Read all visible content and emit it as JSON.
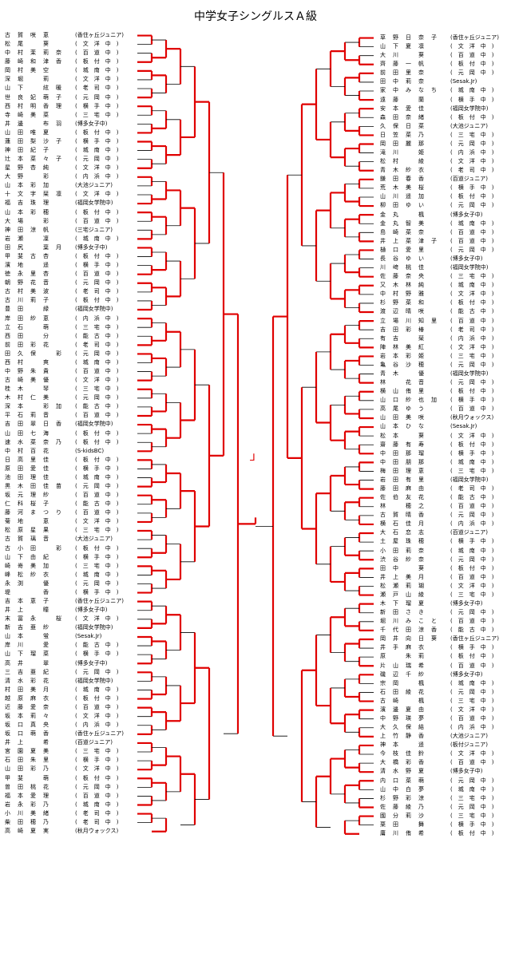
{
  "title": "中学女子シングルスＡ級",
  "colors": {
    "winner_line": "#e00000",
    "line": "#000000"
  },
  "champion_mark": "⅃",
  "left": [
    [
      "古　賀　咲　恵",
      "(香住ヶ丘ジュニア)"
    ],
    [
      "松　尾　　　葵",
      "(　文　洋　中　)"
    ],
    [
      "中　村　茉　莉　奈",
      "(　百　道　中　)"
    ],
    [
      "藤　崎　和　津　香",
      "(　板　付　中　)"
    ],
    [
      "岡　村　美　空",
      "(　城　南　中　)"
    ],
    [
      "深　堀　　　莉",
      "(　文　洋　中　)"
    ],
    [
      "山　下　　　絃　暖",
      "(　老　司　中　)"
    ],
    [
      "世　良　妃　萌　子",
      "(　元　岡　中　)"
    ],
    [
      "西　村　明　香　理",
      "(　横　手　中　)"
    ],
    [
      "寺　崎　美　菜",
      "(　三　宅　中　)"
    ],
    [
      "井　邊　　　布　羽",
      "(博多女子中)"
    ],
    [
      "山　田　唯　夏",
      "(　板　付　中　)"
    ],
    [
      "蓮　田　梨　沙　子",
      "(　横　手　中　)"
    ],
    [
      "神　田　紀　子",
      "(　城　南　中　)"
    ],
    [
      "辻　本　菜　々　子",
      "(　元　岡　中　)"
    ],
    [
      "星　野　杏　純",
      "(　文　洋　中　)"
    ],
    [
      "大　野　　　彩",
      "(　内　浜　中　)"
    ],
    [
      "山　本　彩　加",
      "(大池ジュニア)"
    ],
    [
      "十　文　字　栞　凛",
      "(　文　洋　中　)"
    ],
    [
      "福　吉　珠　理",
      "(福岡女学院中)"
    ],
    [
      "山　本　彩　穂",
      "(　板　付　中　)"
    ],
    [
      "大　場　　　彩",
      "(　百　道　中　)"
    ],
    [
      "神　田　涼　帆",
      "(三宅ジュニア)"
    ],
    [
      "岩　瀬　　　凜",
      "(　城　南　中　)"
    ],
    [
      "田　尻　　　葉　月",
      "(博多女子中)"
    ],
    [
      "甲　斐　古　杏",
      "(　板　付　中　)"
    ],
    [
      "濱　地　　　遥",
      "(　横　手　中　)"
    ],
    [
      "徳　永　里　杏",
      "(　百　道　中　)"
    ],
    [
      "朝　野　花　音",
      "(　元　岡　中　)"
    ],
    [
      "古　村　美　波",
      "(　老　司　中　)"
    ],
    [
      "古　川　莉　子",
      "(　板　付　中　)"
    ],
    [
      "豊　田　　　緑",
      "(福岡女学院中)"
    ],
    [
      "岸　田　紗　恵",
      "(　内　浜　中　)"
    ],
    [
      "立　石　　　萌",
      "(　三　宅　中　)"
    ],
    [
      "西　田　　　分",
      "(　能　古　中　)"
    ],
    [
      "前　田　彩　花",
      "(　老　司　中　)"
    ],
    [
      "田　久　保　　　彩",
      "(　元　岡　中　)"
    ],
    [
      "西　村　　　爽",
      "(　城　南　中　)"
    ],
    [
      "中　野　朱　貴",
      "(　百　道　中　)"
    ],
    [
      "古　崎　美　優",
      "(　文　洋　中　)"
    ],
    [
      "桂　木　　　琴",
      "(　三　宅　中　)"
    ],
    [
      "木　村　仁　美",
      "(　元　岡　中　)"
    ],
    [
      "深　本　　　彩　加",
      "(　能　古　中　)"
    ],
    [
      "平　石　莉　音",
      "(　百　道　中　)"
    ],
    [
      "吉　田　翠　日　香",
      "(福岡女学院中)"
    ],
    [
      "山　田　七　海",
      "(　板　付　中　)"
    ],
    [
      "速　水　菜　奈　乃",
      "(　板　付　中　)"
    ],
    [
      "中　村　百　花",
      "(S-kidsBC)"
    ],
    [
      "日　高　里　佳",
      "(　板　付　中　)"
    ],
    [
      "原　田　愛　佳",
      "(　横　手　中　)"
    ],
    [
      "池　田　理　佳",
      "(　城　南　中　)"
    ],
    [
      "黒　木　田　佳　苗",
      "(　元　岡　中　)"
    ],
    [
      "坂　元　理　紗",
      "(　百　道　中　)"
    ],
    [
      "仁　科　桜　子",
      "(　能　古　中　)"
    ],
    [
      "藤　河　ま　つ　り",
      "(　百　道　中　)"
    ],
    [
      "菊　地　　　恵",
      "(　文　洋　中　)"
    ],
    [
      "松　原　星　果",
      "(　三　宅　中　)"
    ],
    [
      "古　賀　璃　音",
      "(大池ジュニア)"
    ],
    [
      "古　小　田　　　彩",
      "(　板　付　中　)"
    ],
    [
      "山　下　由　紀",
      "(　横　手　中　)"
    ],
    [
      "崎　嵜　美　加",
      "(　三　宅　中　)"
    ],
    [
      "峰　松　紗　衣",
      "(　城　南　中　)"
    ],
    [
      "永　渕　　　優",
      "(　元　岡　中　)"
    ],
    [
      "堤　　　　　香",
      "(　横　手　中　)"
    ],
    [
      "吉　本　恵　子",
      "(香住ヶ丘ジュニア)"
    ],
    [
      "井　上　　　瞳",
      "(博多女子中)"
    ],
    [
      "末　冨　永　　　桜",
      "(　文　洋　中　)"
    ],
    [
      "新　吉　亜　紗",
      "(福岡女学院中)"
    ],
    [
      "山　本　　　蛍",
      "(Sesak.Jr)"
    ],
    [
      "岸　川　　　愛",
      "(　能　古　中　)"
    ],
    [
      "山　下　瑠　菜",
      "(　横　手　中　)"
    ],
    [
      "高　井　　　翠",
      "(博多女子中)"
    ],
    [
      "三　吉　亜　紀",
      "(　元　岡　中　)"
    ],
    [
      "清　水　彩　花",
      "(福岡女学院中)"
    ],
    [
      "村　田　美　月",
      "(　城　南　中　)"
    ],
    [
      "越　原　麻　衣",
      "(　板　付　中　)"
    ],
    [
      "近　藤　愛　奈",
      "(　百　道　中　)"
    ],
    [
      "坂　本　莉　々",
      "(　文　洋　中　)"
    ],
    [
      "坂　口　真　央",
      "(　内　浜　中　)"
    ],
    [
      "坂　口　萌　香",
      "(香住ヶ丘ジュニア)"
    ],
    [
      "井　上　　　希",
      "(百道ジュニア)"
    ],
    [
      "宮　園　夏　美",
      "(　三　宅　中　)"
    ],
    [
      "石　田　朱　里",
      "(　横　手　中　)"
    ],
    [
      "山　田　彩　乃",
      "(　文　洋　中　)"
    ],
    [
      "甲　斐　　　萌",
      "(　板　付　中　)"
    ],
    [
      "曽　田　桃　花",
      "(　元　岡　中　)"
    ],
    [
      "福　本　愛　理",
      "(　百　道　中　)"
    ],
    [
      "岩　永　彩　乃",
      "(　城　南　中　)"
    ],
    [
      "小　川　美　緒",
      "(　老　司　中　)"
    ],
    [
      "柴　田　穂　乃",
      "(　老　司　中　)"
    ],
    [
      "高　崎　夏　実",
      "(秋月ウォックス)"
    ]
  ],
  "right": [
    [
      "草　野　日　奈　子",
      "(香住ヶ丘ジュニア)"
    ],
    [
      "山　下　夏　凛",
      "(　文　洋　中　)"
    ],
    [
      "大　川　　　葵",
      "(　百　道　中　)"
    ],
    [
      "齊　藤　一　帆",
      "(　板　付　中　)"
    ],
    [
      "前　田　里　奈",
      "(　元　岡　中　)"
    ],
    [
      "田　中　莉　奈",
      "(Sesak.Jr)"
    ],
    [
      "家　中　み　な　ち",
      "(　城　南　中　)"
    ],
    [
      "遠　藤　　　蘭",
      "(　横　手　中　)"
    ],
    [
      "安　本　愛　佳",
      "(福岡女学院中)"
    ],
    [
      "森　田　奈　緒",
      "(　板　付　中　)"
    ],
    [
      "久　保　日　菜",
      "(大池ジュニア)"
    ],
    [
      "日　笠　菜　乃",
      "(　三　宅　中　)"
    ],
    [
      "岡　田　麗　那",
      "(　元　岡　中　)"
    ],
    [
      "滝　川　　　姫",
      "(　内　浜　中　)"
    ],
    [
      "松　村　　　綾",
      "(　文　洋　中　)"
    ],
    [
      "青　木　紗　衣",
      "(　老　司　中　)"
    ],
    [
      "鎌　田　春　香",
      "(百道ジュニア)"
    ],
    [
      "荒　木　美　桜",
      "(　横　手　中　)"
    ],
    [
      "山　川　遥　加",
      "(　板　付　中　)"
    ],
    [
      "柳　田　ゆ　い",
      "(　元　岡　中　)"
    ],
    [
      "金　丸　　　楓",
      "(博多女子中)"
    ],
    [
      "金　丸　智　美",
      "(　城　南　中　)"
    ],
    [
      "島　崎　菜　奈",
      "(　百　道　中　)"
    ],
    [
      "井　上　菜　津　子",
      "(　百　道　中　)"
    ],
    [
      "樋　口　愛　里",
      "(　元　岡　中　)"
    ],
    [
      "長　谷　ゆ　い",
      "(博多女子中)"
    ],
    [
      "川　﨑　桃　佳",
      "(福岡女学院中)"
    ],
    [
      "佐　藤　奈　央",
      "(　三　宅　中　)"
    ],
    [
      "又　木　林　純",
      "(　城　南　中　)"
    ],
    [
      "中　村　野　雅",
      "(　文　洋　中　)"
    ],
    [
      "杉　野　菜　和",
      "(　板　付　中　)"
    ],
    [
      "渡　辺　晴　咲",
      "(　能　古　中　)"
    ],
    [
      "立　場　川　知　里",
      "(　百　道　中　)"
    ],
    [
      "吉　田　彩　椿",
      "(　老　司　中　)"
    ],
    [
      "有　吉　　　栞",
      "(　内　浜　中　)"
    ],
    [
      "陣　林　美　紅",
      "(　文　洋　中　)"
    ],
    [
      "岩　本　彩　姫",
      "(　三　宅　中　)"
    ],
    [
      "亀　谷　沙　穂",
      "(　元　岡　中　)"
    ],
    [
      "青　木　　　優",
      "(福岡女学院中)"
    ],
    [
      "林　　　花　音",
      "(　元　岡　中　)"
    ],
    [
      "横　山　侑　里",
      "(　板　付　中　)"
    ],
    [
      "山　口　紗　也　加",
      "(　横　手　中　)"
    ],
    [
      "高　尾　ゆ　う",
      "(　百　道　中　)"
    ],
    [
      "山　田　美　咲",
      "(秋月ウォックス)"
    ],
    [
      "山　本　ひ　な",
      "(Sesak.Jr)"
    ],
    [
      "松　本　　　葵",
      "(　文　洋　中　)"
    ],
    [
      "齋　藤　有　寿",
      "(　板　付　中　)"
    ],
    [
      "中　田　那　瑠",
      "(　横　手　中　)"
    ],
    [
      "中　田　朋　那",
      "(　城　南　中　)"
    ],
    [
      "梅　田　理　恵",
      "(　三　宅　中　)"
    ],
    [
      "岩　田　有　里",
      "(福岡女学院中)"
    ],
    [
      "藤　田　麻　由",
      "(　老　司　中　)"
    ],
    [
      "佐　伯　友　花",
      "(　能　古　中　)"
    ],
    [
      "林　　　穂　之",
      "(　百　道　中　)"
    ],
    [
      "古　賀　晴　香",
      "(　元　岡　中　)"
    ],
    [
      "横　石　佳　月",
      "(　内　浜　中　)"
    ],
    [
      "大　石　恋　志",
      "(百道ジュニア)"
    ],
    [
      "土　屋　珠　穂",
      "(　横　手　中　)"
    ],
    [
      "小　田　莉　奈",
      "(　城　南　中　)"
    ],
    [
      "渋　谷　紗　奈",
      "(　元　岡　中　)"
    ],
    [
      "田　中　　　葵",
      "(　板　付　中　)"
    ],
    [
      "井　上　美　月",
      "(　百　道　中　)"
    ],
    [
      "松　瀬　莉　瑚",
      "(　文　洋　中　)"
    ],
    [
      "瀬　戸　山　綾",
      "(　三　宅　中　)"
    ],
    [
      "木　下　瑠　夏",
      "(博多女子中)"
    ],
    [
      "新　田　さ　き",
      "(　元　岡　中　)"
    ],
    [
      "堀　川　み　こ　と",
      "(　百　道　中　)"
    ],
    [
      "千　代　田　涼　香",
      "(　能　古　中　)"
    ],
    [
      "岡　井　向　日　葵",
      "(香住ヶ丘ジュニア)"
    ],
    [
      "井　手　麻　衣",
      "(　横　手　中　)"
    ],
    [
      "原　　　朱　莉",
      "(　板　付　中　)"
    ],
    [
      "片　山　瑞　希",
      "(　百　道　中　)"
    ],
    [
      "磯　辺　千　紗",
      "(博多女子中)"
    ],
    [
      "宗　岡　　　楓",
      "(　城　南　中　)"
    ],
    [
      "石　田　綾　花",
      "(　元　岡　中　)"
    ],
    [
      "古　崎　　　楓",
      "(　三　宅　中　)"
    ],
    [
      "濱　邊　夏　由",
      "(　文　洋　中　)"
    ],
    [
      "中　野　瑛　夢",
      "(　百　道　中　)"
    ],
    [
      "大　久　保　結",
      "(　内　浜　中　)"
    ],
    [
      "上　竹　静　香",
      "(大池ジュニア)"
    ],
    [
      "神　本　　　遥",
      "(板付ジュニア)"
    ],
    [
      "今　枝　佳　鈴",
      "(　文　洋　中　)"
    ],
    [
      "大　橋　彩　香",
      "(　百　道　中　)"
    ],
    [
      "清　水　野　夏",
      "(博多女子中)"
    ],
    [
      "内　口　菜　萌",
      "(　元　岡　中　)"
    ],
    [
      "山　中　白　夢",
      "(　城　南　中　)"
    ],
    [
      "杉　野　彩　涼",
      "(　三　宅　中　)"
    ],
    [
      "佐　藤　綾　乃",
      "(　元　岡　中　)"
    ],
    [
      "國　分　莉　沙",
      "(　三　宅　中　)"
    ],
    [
      "栗　田　　　舞",
      "(　横　手　中　)"
    ],
    [
      "庸　川　侑　希",
      "(　板　付　中　)"
    ]
  ]
}
